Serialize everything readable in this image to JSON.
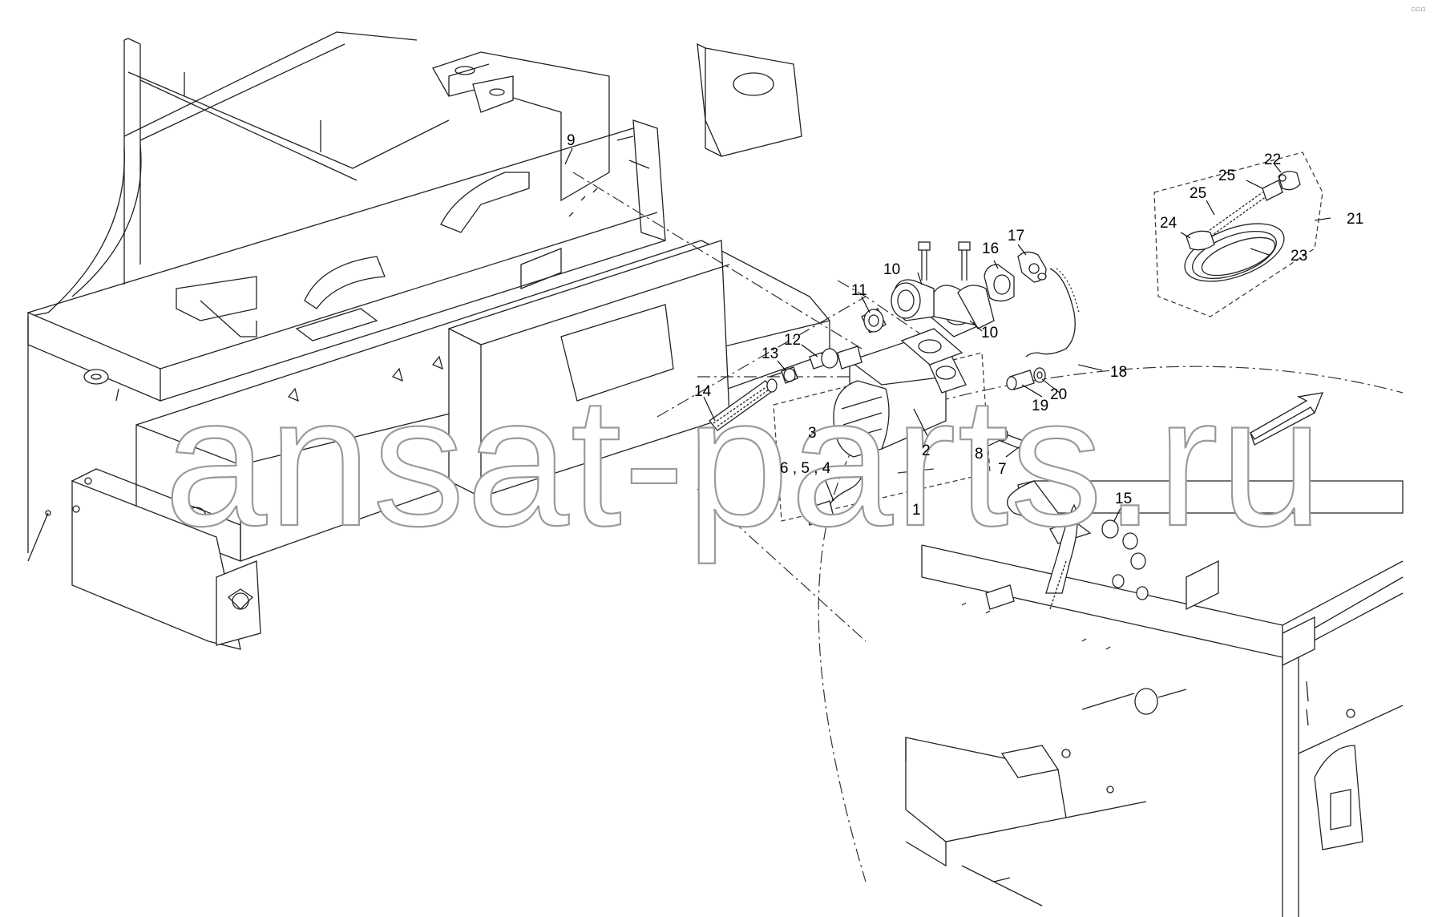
{
  "watermark": "ansat-parts.ru",
  "corner_mark": "▫▫▫",
  "callouts": [
    {
      "id": "c1",
      "text": "1"
    },
    {
      "id": "c2",
      "text": "2"
    },
    {
      "id": "c3",
      "text": "3"
    },
    {
      "id": "c4",
      "text": "6 , 5 , 4"
    },
    {
      "id": "c7",
      "text": "7"
    },
    {
      "id": "c8",
      "text": "8"
    },
    {
      "id": "c9",
      "text": "9"
    },
    {
      "id": "c10a",
      "text": "10"
    },
    {
      "id": "c10b",
      "text": "10"
    },
    {
      "id": "c11",
      "text": "11"
    },
    {
      "id": "c12",
      "text": "12"
    },
    {
      "id": "c13",
      "text": "13"
    },
    {
      "id": "c14",
      "text": "14"
    },
    {
      "id": "c15",
      "text": "15"
    },
    {
      "id": "c16",
      "text": "16"
    },
    {
      "id": "c17",
      "text": "17"
    },
    {
      "id": "c18",
      "text": "18"
    },
    {
      "id": "c19",
      "text": "19"
    },
    {
      "id": "c20",
      "text": "20"
    },
    {
      "id": "c21",
      "text": "21"
    },
    {
      "id": "c22",
      "text": "22"
    },
    {
      "id": "c23",
      "text": "23"
    },
    {
      "id": "c24",
      "text": "24"
    },
    {
      "id": "c25a",
      "text": "25"
    },
    {
      "id": "c25b",
      "text": "25"
    }
  ]
}
